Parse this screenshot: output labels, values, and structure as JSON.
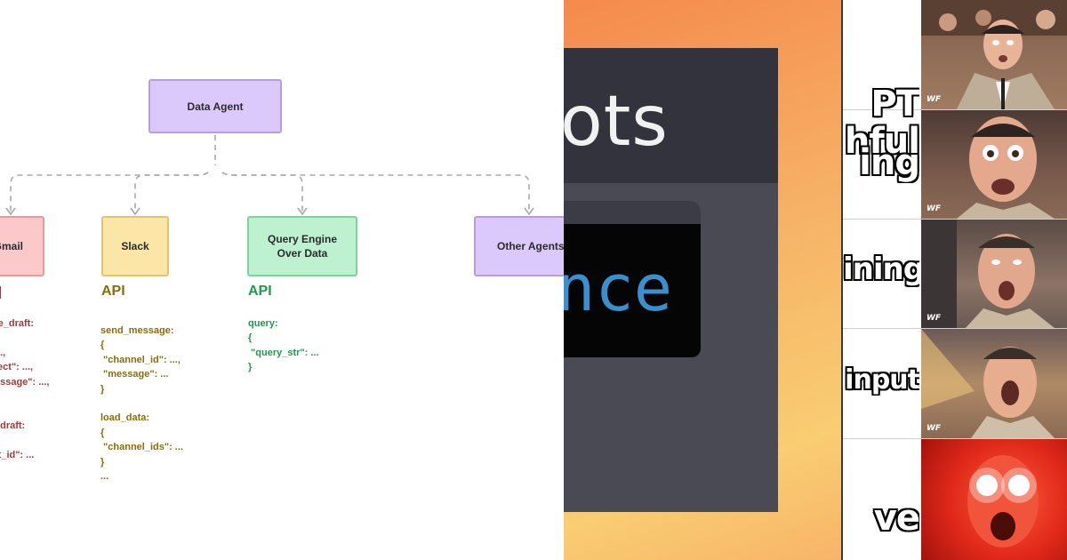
{
  "diagram": {
    "root": {
      "label": "Data Agent",
      "fill": "#dcc9fb",
      "border": "#b69ce0"
    },
    "children": [
      {
        "id": "gmail",
        "label": "Gmail",
        "fill": "#fbc9c9",
        "border": "#e79a9a",
        "api_title": "",
        "api_color": "#9b3b3b",
        "api_lines": "te_draft:\n\n...,\nject\": ...,\nessage\": ...,\n\n\n_draft:\n\nft_id\": ..."
      },
      {
        "id": "slack",
        "label": "Slack",
        "fill": "#fbe6a8",
        "border": "#e1c56c",
        "api_title": "API",
        "api_color": "#8a6d0a",
        "api_lines": "send_message:\n{\n \"channel_id\": ...,\n \"message\": ...\n}\n\nload_data:\n{\n \"channel_ids\": ...\n}\n..."
      },
      {
        "id": "query-engine",
        "label": "Query Engine\nOver Data",
        "fill": "#bdf1cf",
        "border": "#7cd39c",
        "api_title": "API",
        "api_color": "#1f9a4a",
        "api_lines": "query:\n{\n \"query_str\": ...\n}"
      },
      {
        "id": "other-agents",
        "label": "Other Agents",
        "fill": "#dcc9fb",
        "border": "#b69ce0",
        "api_title": "",
        "api_color": "#555555",
        "api_lines": ""
      }
    ],
    "connector_color": "#a8a8a8"
  },
  "slide": {
    "title_fragment": "ots",
    "code_fragment": "nce",
    "colors": {
      "card": "#494a54",
      "header": "#32333c",
      "code_bg": "#050505",
      "code_text": "#3a8fcf"
    }
  },
  "meme": {
    "rows": [
      {
        "caption": "PT\nhful",
        "image": "shocked-man-face-1"
      },
      {
        "caption": "ing",
        "image": "shocked-man-face-2"
      },
      {
        "caption": "ining",
        "image": "shocked-man-face-3"
      },
      {
        "caption": "r input",
        "image": "shocked-man-face-4"
      },
      {
        "caption": "ve",
        "image": "shocked-man-face-glowing-eyes"
      }
    ],
    "logo_text": "WF"
  }
}
